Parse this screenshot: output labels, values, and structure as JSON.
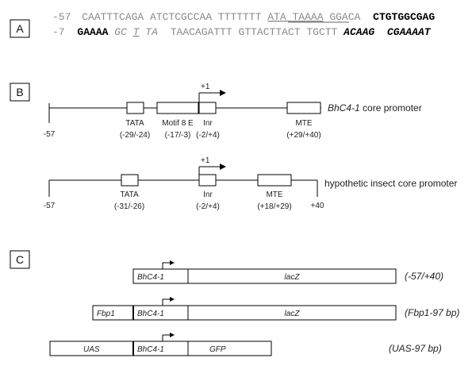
{
  "panels": {
    "a": "A",
    "b": "B",
    "c": "C"
  },
  "sequence": {
    "line1": {
      "pos": "-57",
      "plain1": "CAATTTCAGA ATCTCGCCAA TTTTTTT",
      "tata": "ATA TAAAA",
      "plain2": "GGACA",
      "bold": "CTGTGGCGAG"
    },
    "line2": {
      "pos": "-7",
      "bold1": "GAAAA",
      "it1": "GC",
      "it_under": "T",
      "it2": "TA",
      "plain1": "TAACAGATTT GTTACTTACT TGCTT",
      "bi1": "ACAAG",
      "bi2": "CGAAAAT"
    }
  },
  "promoter1": {
    "caption_italic": "BhC4-1",
    "caption_rest": " core promoter",
    "start": "-57",
    "tss": "+1",
    "elements": [
      {
        "name": "TATA",
        "range": "(-29/-24)"
      },
      {
        "name": "Motif 8 E",
        "range": "(-17/-3)"
      },
      {
        "name": "Inr",
        "range": "(-2/+4)"
      },
      {
        "name": "MTE",
        "range": "(+29/+40)"
      }
    ]
  },
  "promoter2": {
    "caption": "hypothetic insect core promoter",
    "start": "-57",
    "end": "+40",
    "tss": "+1",
    "elements": [
      {
        "name": "TATA",
        "range": "(-31/-26)"
      },
      {
        "name": "Inr",
        "range": "(-2/+4)"
      },
      {
        "name": "MTE",
        "range": "(+18/+29)"
      }
    ]
  },
  "constructs": [
    {
      "segments": [
        "BhC4-1",
        "lacZ"
      ],
      "label": "(-57/+40)"
    },
    {
      "segments": [
        "Fbp1",
        "BhC4-1",
        "lacZ"
      ],
      "label": "(Fbp1-97 bp)"
    },
    {
      "segments": [
        "UAS",
        "BhC4-1",
        "GFP"
      ],
      "label": "(UAS-97 bp)"
    }
  ]
}
